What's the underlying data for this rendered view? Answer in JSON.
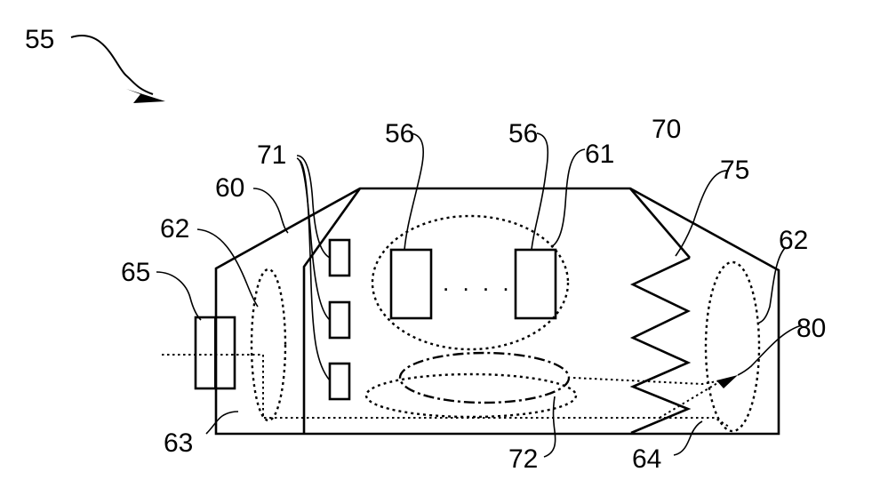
{
  "labels": {
    "l55": "55",
    "l71": "71",
    "l56a": "56",
    "l56b": "56",
    "l61": "61",
    "l70": "70",
    "l60": "60",
    "l75": "75",
    "l62a": "62",
    "l62b": "62",
    "l65": "65",
    "l80": "80",
    "l63": "63",
    "l72": "72",
    "l64": "64"
  },
  "ellipsis": ". . . ."
}
